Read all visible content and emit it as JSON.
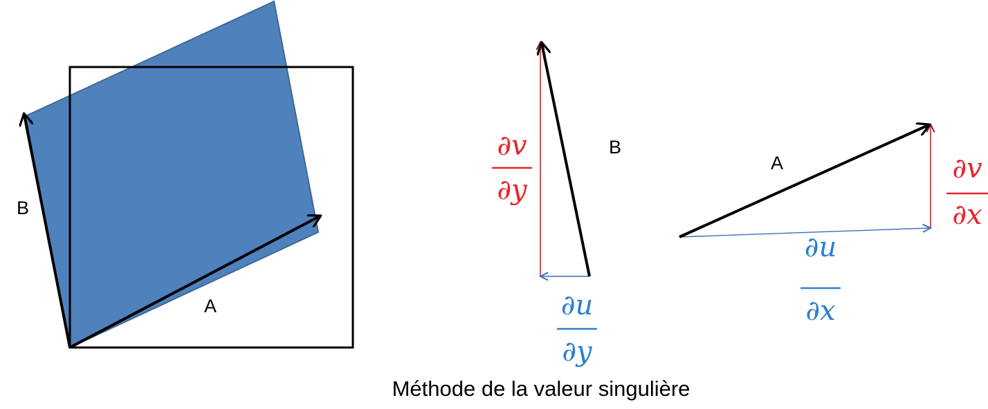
{
  "colors": {
    "parallelogram_fill": "#4f81bd",
    "parallelogram_stroke": "#3e6896",
    "vector": "#000000",
    "frame": "#000000",
    "dv_color": "#e8242b",
    "du_color": "#2e7fcc",
    "dv_arrow": "#b01018",
    "du_arrow": "#3d6fb0"
  },
  "left_panel": {
    "vector_a_label": "A",
    "vector_b_label": "B"
  },
  "middle_panel": {
    "vector_b_label": "B",
    "dv_dy": {
      "num": "∂v",
      "den": "∂y"
    },
    "du_dy": {
      "num": "∂u",
      "den": "∂y"
    }
  },
  "right_panel": {
    "vector_a_label": "A",
    "dv_dx": {
      "num": "∂v",
      "den": "∂x"
    },
    "du_dx": {
      "num": "∂u",
      "den": "∂x"
    }
  },
  "caption": "Méthode de la valeur singulière"
}
